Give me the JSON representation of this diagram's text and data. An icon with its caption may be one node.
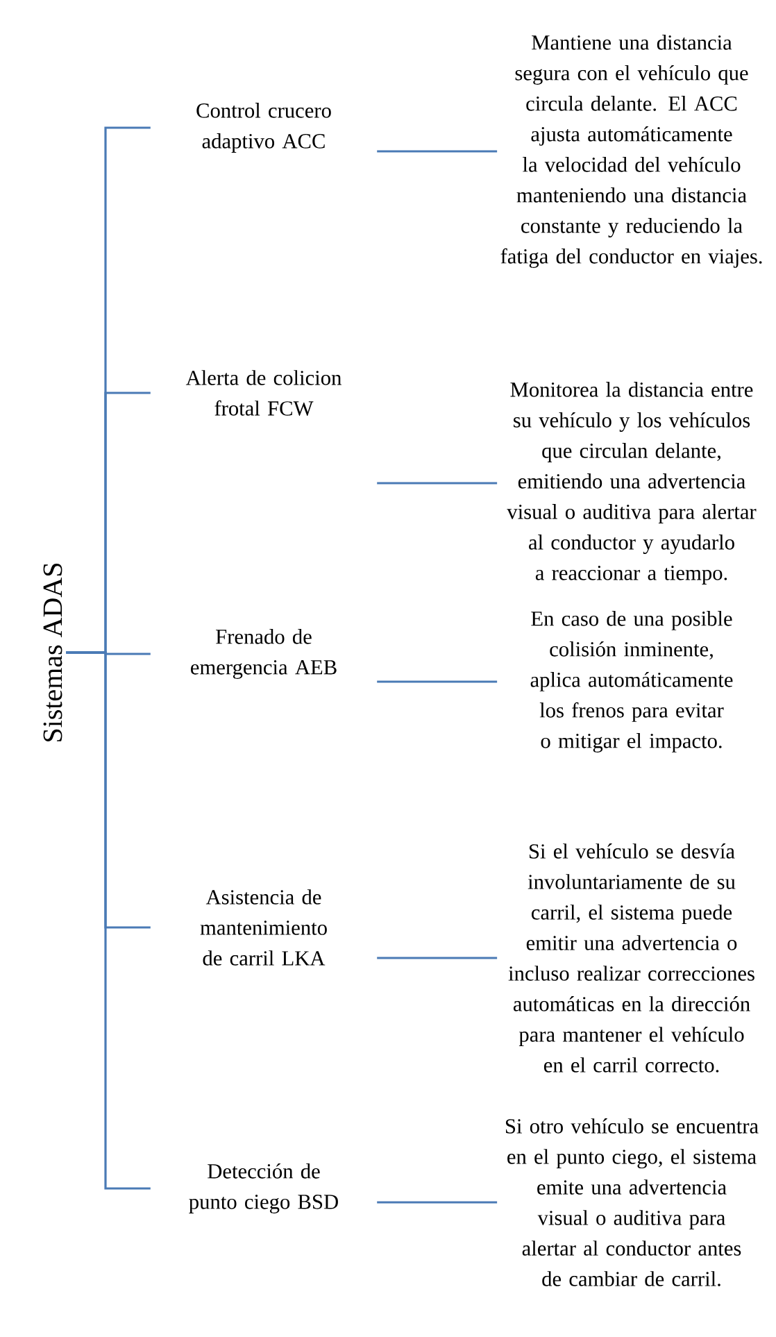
{
  "diagram": {
    "nodes": [
      {
        "text": [
          "Sistemas ADAS"
        ]
      },
      {
        "text": [
          "Control crucero adaptivo ACC"
        ]
      },
      {
        "text": [
          "Alerta de colicion frotal FCW"
        ]
      },
      {
        "text": [
          "Frenado de emergencia AEB"
        ]
      },
      {
        "text": [
          "Asistencia de mantenimiento de carril LKA"
        ]
      },
      {
        "text": [
          "Detección de punto ciego BSD"
        ]
      },
      {
        "text": [
          "Mantiene una distancia segura con el vehículo que circula delante. El ACC ajusta automáticamente la velocidad del vehículo manteniendo una distancia constante y reduciendo la fatiga del conductor en viajes."
        ]
      },
      {
        "text": [
          "Monitorea la distancia entre su vehículo y los vehículos que circulan delante, emitiendo una advertencia visual o auditiva para alertar al conductor y ayudarlo a reaccionar a tiempo."
        ]
      },
      {
        "text": [
          "En caso de una posible colisión inminente, aplica automáticamente los frenos para evitar o mitigar el impacto."
        ]
      },
      {
        "text": [
          "Si el vehículo se desvía involuntariamente de su carril, el sistema puede emitir una advertencia o incluso realizar correcciones automáticas en la dirección para mantener el vehículo en el carril correcto."
        ]
      },
      {
        "text": [
          "Si otro vehículo se encuentra en el punto ciego, el sistema emite una advertencia visual o auditiva para alertar al conductor antes de cambiar de carril."
        ]
      }
    ],
    "edges": [
      {
        "from": 0,
        "to": 1,
        "arrow": "none"
      },
      {
        "from": 0,
        "to": 2,
        "arrow": "none"
      },
      {
        "from": 0,
        "to": 3,
        "arrow": "none"
      },
      {
        "from": 0,
        "to": 4,
        "arrow": "none"
      },
      {
        "from": 0,
        "to": 5,
        "arrow": "none"
      },
      {
        "from": 1,
        "to": 6,
        "arrow": "none"
      },
      {
        "from": 2,
        "to": 7,
        "arrow": "none"
      },
      {
        "from": 3,
        "to": 8,
        "arrow": "none"
      },
      {
        "from": 4,
        "to": 9,
        "arrow": "none"
      },
      {
        "from": 5,
        "to": 10,
        "arrow": "none"
      }
    ]
  }
}
